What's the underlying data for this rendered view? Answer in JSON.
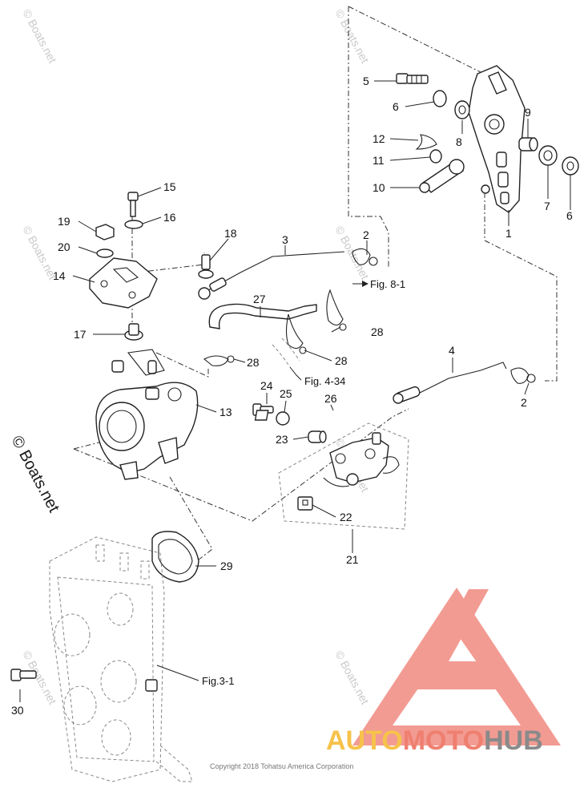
{
  "callouts": {
    "c1": "1",
    "c2a": "2",
    "c2b": "2",
    "c3": "3",
    "c4": "4",
    "c5": "5",
    "c6a": "6",
    "c6b": "6",
    "c7": "7",
    "c8": "8",
    "c9": "9",
    "c10": "10",
    "c11": "11",
    "c12": "12",
    "c13": "13",
    "c14": "14",
    "c15": "15",
    "c16": "16",
    "c17": "17",
    "c18": "18",
    "c19": "19",
    "c20": "20",
    "c21": "21",
    "c22": "22",
    "c23": "23",
    "c24": "24",
    "c25": "25",
    "c26": "26",
    "c27": "27",
    "c28a": "28",
    "c28b": "28",
    "c28c": "28",
    "c29": "29",
    "c30": "30"
  },
  "references": {
    "fig81": "Fig. 8-1",
    "fig434": "Fig. 4-34",
    "fig31": "Fig.3-1"
  },
  "watermark": {
    "text": "© Boats.net",
    "main": "© Boats.net"
  },
  "copyright": "Copyright 2018 Tohatsu America Corporation",
  "logo": {
    "part1": "AUTO",
    "part2": "MOTO",
    "part3": "HUB",
    "color_auto": "#f6c24a",
    "color_moto": "#ef7f6f",
    "color_hub": "#8a8a8a",
    "mark_color": "#f08a80"
  }
}
